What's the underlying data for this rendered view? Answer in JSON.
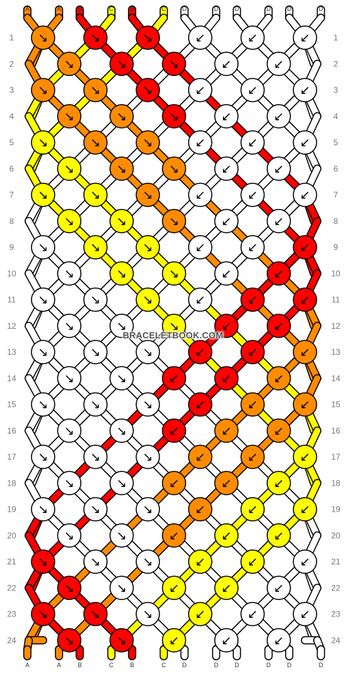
{
  "watermark": "BRACELETBOOK.COM",
  "colors": {
    "A": "#ff8c00",
    "B": "#ff0000",
    "C": "#ffff00",
    "D": "#ffffff"
  },
  "outline_color": "#000000",
  "strings_top": [
    "A",
    "A",
    "B",
    "C",
    "B",
    "C",
    "D",
    "D",
    "D",
    "D",
    "D",
    "D"
  ],
  "strings_bottom": [
    "A",
    "A",
    "B",
    "C",
    "B",
    "C",
    "D",
    "D",
    "D",
    "D",
    "D",
    "D"
  ],
  "rows": [
    "1",
    "2",
    "3",
    "4",
    "5",
    "6",
    "7",
    "8",
    "9",
    "10",
    "11",
    "12",
    "13",
    "14",
    "15",
    "16",
    "17",
    "18",
    "19",
    "20",
    "21",
    "22",
    "23",
    "24"
  ],
  "knots": [
    [
      {
        "c": "A",
        "d": "f"
      },
      {
        "c": "B",
        "d": "f"
      },
      {
        "c": "B",
        "d": "f"
      },
      {
        "c": "D",
        "d": "b"
      },
      {
        "c": "D",
        "d": "b"
      },
      {
        "c": "D",
        "d": "b"
      }
    ],
    [
      {
        "c": "A",
        "d": "f"
      },
      {
        "c": "B",
        "d": "f"
      },
      {
        "c": "B",
        "d": "f"
      },
      {
        "c": "D",
        "d": "b"
      },
      {
        "c": "D",
        "d": "b"
      }
    ],
    [
      {
        "c": "A",
        "d": "f"
      },
      {
        "c": "A",
        "d": "f"
      },
      {
        "c": "B",
        "d": "f"
      },
      {
        "c": "D",
        "d": "b"
      },
      {
        "c": "D",
        "d": "b"
      },
      {
        "c": "D",
        "d": "b"
      }
    ],
    [
      {
        "c": "A",
        "d": "f"
      },
      {
        "c": "A",
        "d": "f"
      },
      {
        "c": "B",
        "d": "f"
      },
      {
        "c": "D",
        "d": "b"
      },
      {
        "c": "D",
        "d": "b"
      }
    ],
    [
      {
        "c": "C",
        "d": "f"
      },
      {
        "c": "A",
        "d": "f"
      },
      {
        "c": "A",
        "d": "f"
      },
      {
        "c": "D",
        "d": "b"
      },
      {
        "c": "D",
        "d": "b"
      },
      {
        "c": "D",
        "d": "b"
      }
    ],
    [
      {
        "c": "C",
        "d": "f"
      },
      {
        "c": "A",
        "d": "f"
      },
      {
        "c": "A",
        "d": "f"
      },
      {
        "c": "D",
        "d": "b"
      },
      {
        "c": "D",
        "d": "b"
      }
    ],
    [
      {
        "c": "C",
        "d": "f"
      },
      {
        "c": "C",
        "d": "f"
      },
      {
        "c": "A",
        "d": "f"
      },
      {
        "c": "D",
        "d": "b"
      },
      {
        "c": "D",
        "d": "b"
      },
      {
        "c": "D",
        "d": "b"
      }
    ],
    [
      {
        "c": "C",
        "d": "f"
      },
      {
        "c": "C",
        "d": "f"
      },
      {
        "c": "A",
        "d": "f"
      },
      {
        "c": "D",
        "d": "b"
      },
      {
        "c": "D",
        "d": "b"
      }
    ],
    [
      {
        "c": "D",
        "d": "f"
      },
      {
        "c": "C",
        "d": "f"
      },
      {
        "c": "C",
        "d": "f"
      },
      {
        "c": "D",
        "d": "b"
      },
      {
        "c": "D",
        "d": "b"
      },
      {
        "c": "B",
        "d": "b"
      }
    ],
    [
      {
        "c": "D",
        "d": "f"
      },
      {
        "c": "C",
        "d": "f"
      },
      {
        "c": "C",
        "d": "f"
      },
      {
        "c": "D",
        "d": "b"
      },
      {
        "c": "B",
        "d": "b"
      }
    ],
    [
      {
        "c": "D",
        "d": "f"
      },
      {
        "c": "D",
        "d": "f"
      },
      {
        "c": "C",
        "d": "f"
      },
      {
        "c": "D",
        "d": "b"
      },
      {
        "c": "B",
        "d": "b"
      },
      {
        "c": "B",
        "d": "b"
      }
    ],
    [
      {
        "c": "D",
        "d": "f"
      },
      {
        "c": "D",
        "d": "f"
      },
      {
        "c": "C",
        "d": "f"
      },
      {
        "c": "B",
        "d": "b"
      },
      {
        "c": "B",
        "d": "b"
      }
    ],
    [
      {
        "c": "D",
        "d": "f"
      },
      {
        "c": "D",
        "d": "f"
      },
      {
        "c": "D",
        "d": "f"
      },
      {
        "c": "B",
        "d": "b"
      },
      {
        "c": "B",
        "d": "b"
      },
      {
        "c": "A",
        "d": "b"
      }
    ],
    [
      {
        "c": "D",
        "d": "f"
      },
      {
        "c": "D",
        "d": "f"
      },
      {
        "c": "B",
        "d": "b"
      },
      {
        "c": "B",
        "d": "b"
      },
      {
        "c": "A",
        "d": "b"
      }
    ],
    [
      {
        "c": "D",
        "d": "f"
      },
      {
        "c": "D",
        "d": "f"
      },
      {
        "c": "D",
        "d": "f"
      },
      {
        "c": "B",
        "d": "b"
      },
      {
        "c": "A",
        "d": "b"
      },
      {
        "c": "A",
        "d": "b"
      }
    ],
    [
      {
        "c": "D",
        "d": "f"
      },
      {
        "c": "D",
        "d": "f"
      },
      {
        "c": "B",
        "d": "b"
      },
      {
        "c": "A",
        "d": "b"
      },
      {
        "c": "A",
        "d": "b"
      }
    ],
    [
      {
        "c": "D",
        "d": "f"
      },
      {
        "c": "D",
        "d": "f"
      },
      {
        "c": "D",
        "d": "f"
      },
      {
        "c": "A",
        "d": "b"
      },
      {
        "c": "A",
        "d": "b"
      },
      {
        "c": "C",
        "d": "b"
      }
    ],
    [
      {
        "c": "D",
        "d": "f"
      },
      {
        "c": "D",
        "d": "f"
      },
      {
        "c": "A",
        "d": "b"
      },
      {
        "c": "A",
        "d": "b"
      },
      {
        "c": "C",
        "d": "b"
      }
    ],
    [
      {
        "c": "D",
        "d": "f"
      },
      {
        "c": "D",
        "d": "f"
      },
      {
        "c": "D",
        "d": "f"
      },
      {
        "c": "A",
        "d": "b"
      },
      {
        "c": "C",
        "d": "b"
      },
      {
        "c": "C",
        "d": "b"
      }
    ],
    [
      {
        "c": "D",
        "d": "f"
      },
      {
        "c": "D",
        "d": "f"
      },
      {
        "c": "A",
        "d": "b"
      },
      {
        "c": "C",
        "d": "b"
      },
      {
        "c": "C",
        "d": "b"
      }
    ],
    [
      {
        "c": "B",
        "d": "f"
      },
      {
        "c": "D",
        "d": "f"
      },
      {
        "c": "D",
        "d": "f"
      },
      {
        "c": "C",
        "d": "b"
      },
      {
        "c": "C",
        "d": "b"
      },
      {
        "c": "D",
        "d": "b"
      }
    ],
    [
      {
        "c": "B",
        "d": "f"
      },
      {
        "c": "D",
        "d": "f"
      },
      {
        "c": "C",
        "d": "b"
      },
      {
        "c": "C",
        "d": "b"
      },
      {
        "c": "D",
        "d": "b"
      }
    ],
    [
      {
        "c": "B",
        "d": "f"
      },
      {
        "c": "B",
        "d": "f"
      },
      {
        "c": "D",
        "d": "f"
      },
      {
        "c": "C",
        "d": "b"
      },
      {
        "c": "D",
        "d": "b"
      },
      {
        "c": "D",
        "d": "b"
      }
    ],
    [
      {
        "c": "B",
        "d": "f"
      },
      {
        "c": "B",
        "d": "f"
      },
      {
        "c": "C",
        "d": "b"
      },
      {
        "c": "D",
        "d": "b"
      },
      {
        "c": "D",
        "d": "b"
      }
    ]
  ]
}
